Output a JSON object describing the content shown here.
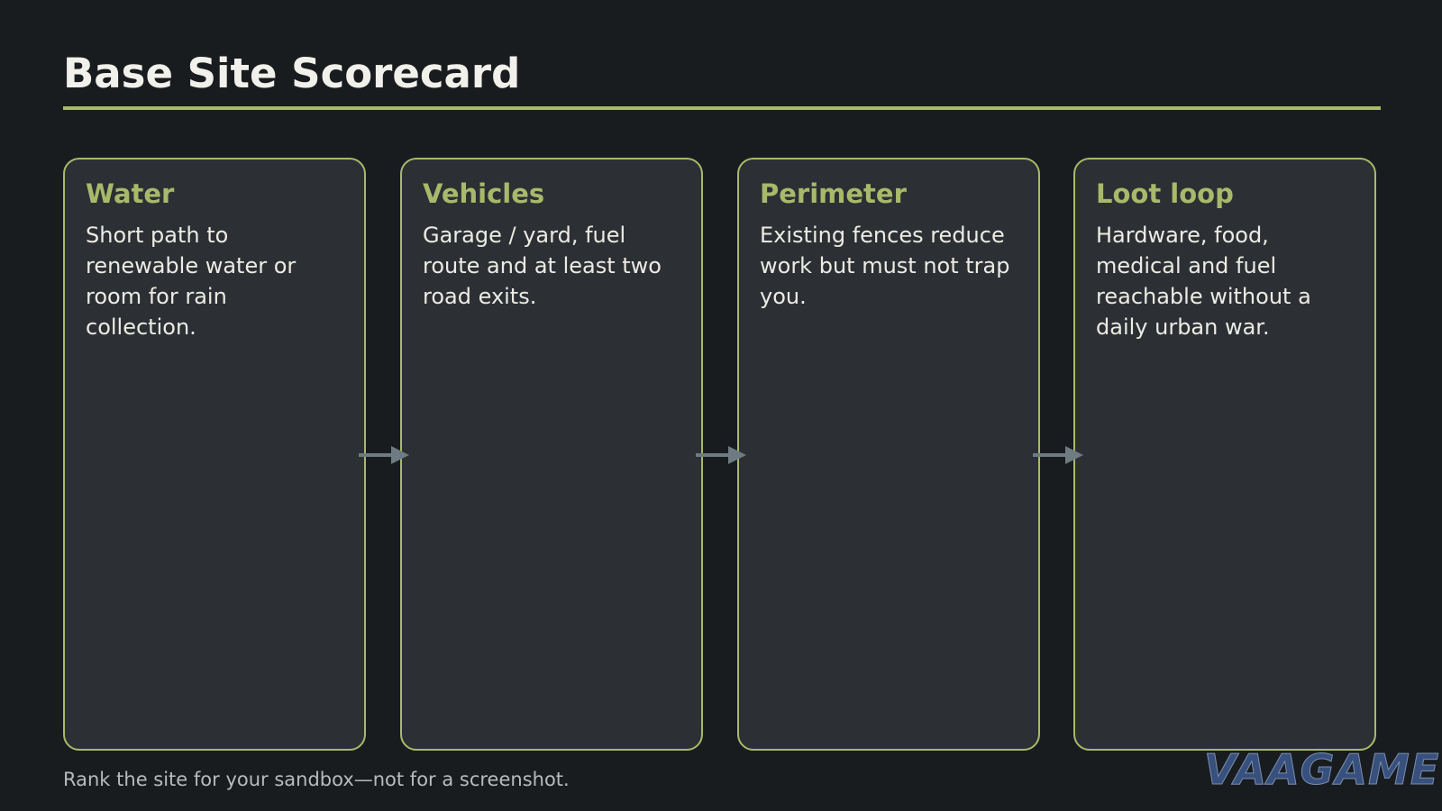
{
  "title": "Base Site Scorecard",
  "cards": [
    {
      "title": "Water",
      "body": "Short path to renewable water or room for rain collection."
    },
    {
      "title": "Vehicles",
      "body": "Garage / yard, fuel route and at least two road exits."
    },
    {
      "title": "Perimeter",
      "body": "Existing fences reduce work but must not trap you."
    },
    {
      "title": "Loot loop",
      "body": "Hardware, food, medical and fuel reachable without a daily urban war."
    }
  ],
  "footer": "Rank the site for your sandbox—not for a screenshot.",
  "logo": "VAAGAME",
  "colors": {
    "background": "#191c1f",
    "card": "#2c3034",
    "accent": "#a9b96a",
    "connector": "#6e7b82",
    "logo": "#3e5a8e"
  },
  "icons": {
    "connector": "arrow-right-icon"
  }
}
